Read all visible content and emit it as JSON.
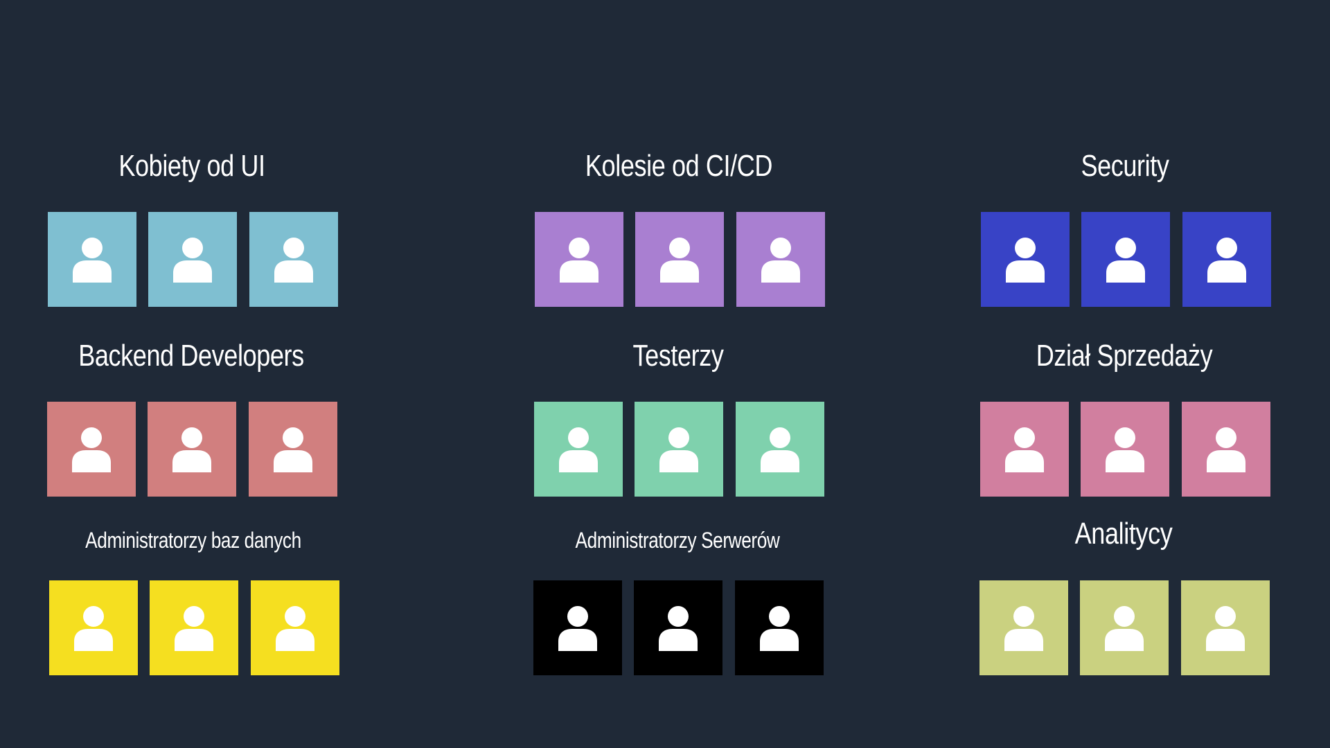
{
  "groups": [
    {
      "title": "Kobiety od UI",
      "color": "#7fbfd1",
      "members": 3
    },
    {
      "title": "Kolesie od CI/CD",
      "color": "#a97fd1",
      "members": 3
    },
    {
      "title": "Security",
      "color": "#3843c6",
      "members": 3
    },
    {
      "title": "Backend Developers",
      "color": "#d17f7f",
      "members": 3
    },
    {
      "title": "Testerzy",
      "color": "#7fd1ad",
      "members": 3
    },
    {
      "title": "Dział Sprzedaży",
      "color": "#d17f9f",
      "members": 3
    },
    {
      "title": "Administratorzy baz danych",
      "color": "#f5df20",
      "members": 3
    },
    {
      "title": "Administratorzy Serwerów",
      "color": "#000000",
      "members": 3
    },
    {
      "title": "Analitycy",
      "color": "#cad180",
      "members": 3
    }
  ],
  "icon": "user-icon"
}
